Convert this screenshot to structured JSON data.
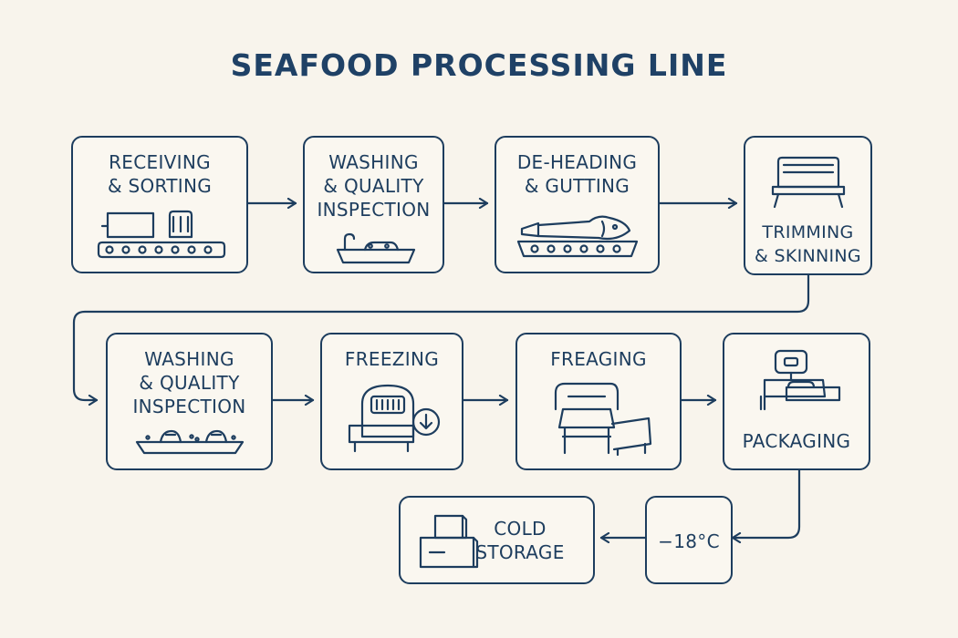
{
  "title": "SEAFOOD PROCESSING LINE",
  "colors": {
    "stroke": "#1d3d5e",
    "background": "#f8f4ec",
    "title": "#1f4166"
  },
  "steps": [
    {
      "label": "RECEIVING\n& SORTING",
      "icon": "conveyor-icon"
    },
    {
      "label": "WASHING\n& QUALITY\nINSPECTION",
      "icon": "wash-tank-icon"
    },
    {
      "label": "DE-HEADING\n& GUTTING",
      "icon": "fish-conveyor-icon"
    },
    {
      "label": "TRIMMING\n& SKINNING",
      "icon": "trimming-table-icon"
    },
    {
      "label": "WASHING\n& QUALITY\nINSPECTION",
      "icon": "wash-basin-icon"
    },
    {
      "label": "FREEZING",
      "icon": "freezer-icon"
    },
    {
      "label": "FREAGING",
      "icon": "packing-machine-icon"
    },
    {
      "label": "PACKAGING",
      "icon": "robot-packer-icon"
    },
    {
      "label": "−18°C",
      "icon": ""
    },
    {
      "label": "COLD\nSTORAGE",
      "icon": "storage-boxes-icon"
    }
  ]
}
